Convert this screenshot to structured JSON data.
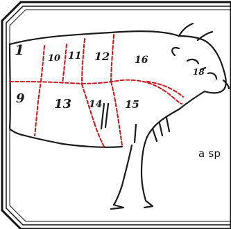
{
  "caption": "a sp",
  "cuts": {
    "c1": "1",
    "c9": "9",
    "c10": "10",
    "c11": "11",
    "c12": "12",
    "c13": "13",
    "c14": "14",
    "c15": "15",
    "c16": "16",
    "c18": "18"
  },
  "colors": {
    "frame": "#111111",
    "cut_lines": "#d0141b",
    "ink": "#1a1a1a"
  },
  "icons": [
    "cow-illustration",
    "cut-line-marks"
  ]
}
